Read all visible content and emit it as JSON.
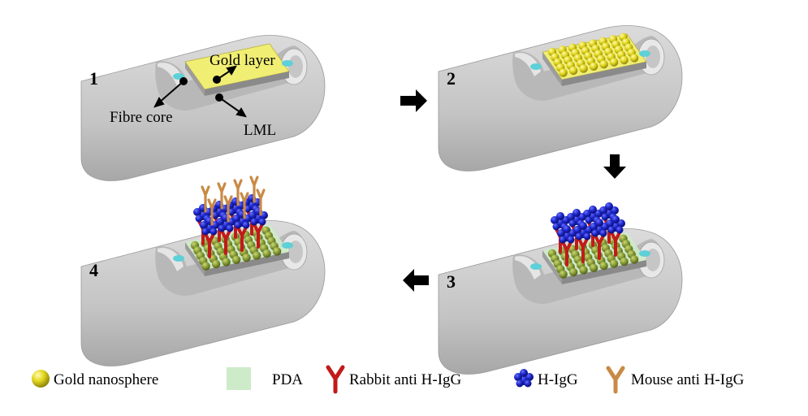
{
  "steps": [
    {
      "number": "1"
    },
    {
      "number": "2"
    },
    {
      "number": "3"
    },
    {
      "number": "4"
    }
  ],
  "labels": {
    "gold_layer": "Gold layer",
    "fibre_core": "Fibre core",
    "lml": "LML"
  },
  "legend": [
    {
      "key": "gold",
      "label": "Gold nanosphere",
      "icon": "gold-nanosphere-icon"
    },
    {
      "key": "pda",
      "label": "PDA",
      "icon": "pda-icon"
    },
    {
      "key": "rabbit",
      "label": "Rabbit anti H-IgG",
      "icon": "rabbit-antibody-icon"
    },
    {
      "key": "higg",
      "label": "H-IgG",
      "icon": "h-igg-icon"
    },
    {
      "key": "mouse",
      "label": "Mouse anti H-IgG",
      "icon": "mouse-antibody-icon"
    }
  ],
  "colors": {
    "fibre": "#c9c8c8",
    "fibre_dark": "#8f8e8e",
    "gold_layer": "#f1ee74",
    "lml": "#b4b4b4",
    "core": "#5ed0d8",
    "gold_nanosphere": "#d9cf16",
    "pda": "#cdebc8",
    "rabbit": "#c21a1a",
    "higg": "#1a22c9",
    "mouse": "#c98a45"
  }
}
